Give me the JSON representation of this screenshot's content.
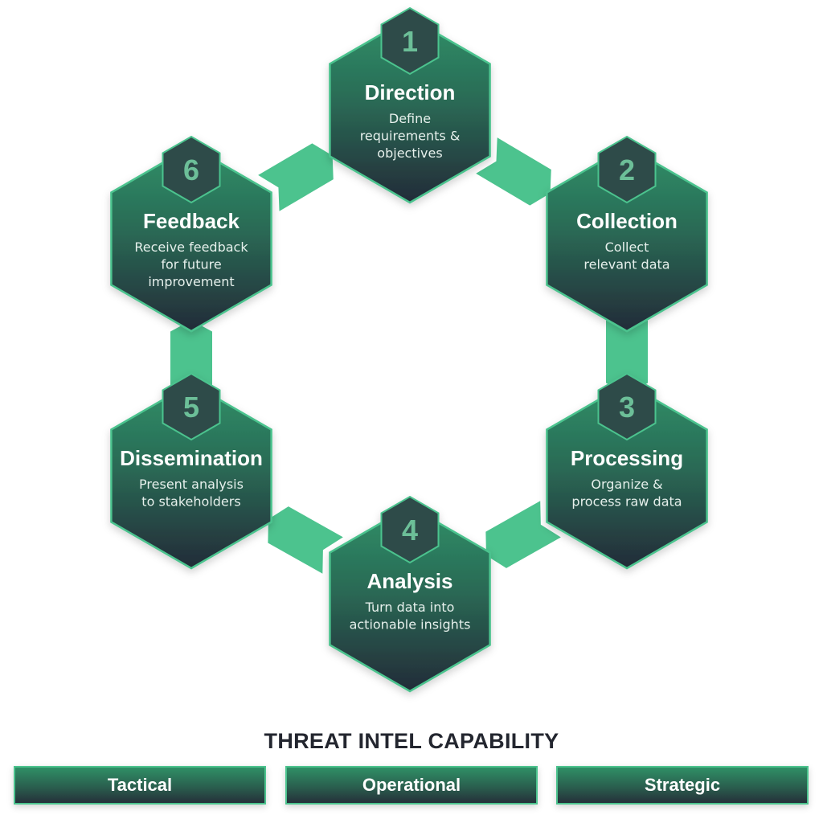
{
  "colors": {
    "accent_green": "#4cc38e",
    "hex_top": "#2f9068",
    "hex_bottom": "#232b38",
    "badge_fill": "#2f4b4a",
    "badge_number": "#6cbf98",
    "title_text": "#23262f"
  },
  "cycle": {
    "steps": [
      {
        "number": "1",
        "title": "Direction",
        "description": [
          "Define",
          "requirements &",
          "objectives"
        ]
      },
      {
        "number": "2",
        "title": "Collection",
        "description": [
          "Collect",
          "relevant data"
        ]
      },
      {
        "number": "3",
        "title": "Processing",
        "description": [
          "Organize &",
          "process raw data"
        ]
      },
      {
        "number": "4",
        "title": "Analysis",
        "description": [
          "Turn data into",
          "actionable insights"
        ]
      },
      {
        "number": "5",
        "title": "Dissemination",
        "description": [
          "Present analysis",
          "to stakeholders"
        ]
      },
      {
        "number": "6",
        "title": "Feedback",
        "description": [
          "Receive feedback",
          "for future",
          "improvement"
        ]
      }
    ],
    "arrows": [
      {
        "from": "1",
        "to": "2"
      },
      {
        "from": "2",
        "to": "3"
      },
      {
        "from": "3",
        "to": "4"
      },
      {
        "from": "4",
        "to": "5"
      },
      {
        "from": "5",
        "to": "6"
      },
      {
        "from": "6",
        "to": "1"
      }
    ]
  },
  "capability": {
    "title": "THREAT INTEL CAPABILITY",
    "levels": [
      "Tactical",
      "Operational",
      "Strategic"
    ]
  }
}
